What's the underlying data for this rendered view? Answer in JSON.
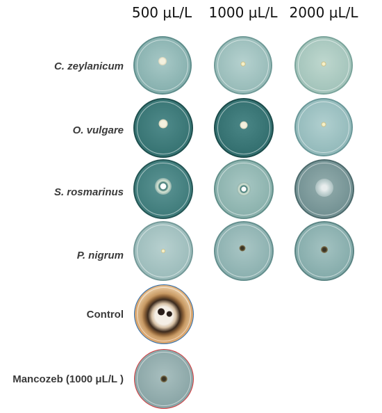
{
  "column_headers": [
    "500 μL/L",
    "1000 μL/L",
    "2000 μL/L"
  ],
  "rows": [
    {
      "label": "C. zeylanicum",
      "italic": true
    },
    {
      "label": "O. vulgare",
      "italic": true
    },
    {
      "label": "S. rosmarinus",
      "italic": true
    },
    {
      "label": "P. nigrum",
      "italic": true
    },
    {
      "label": "Control",
      "italic": false
    },
    {
      "label": "Mancozeb (1000 μL/L )",
      "italic": false
    }
  ]
}
